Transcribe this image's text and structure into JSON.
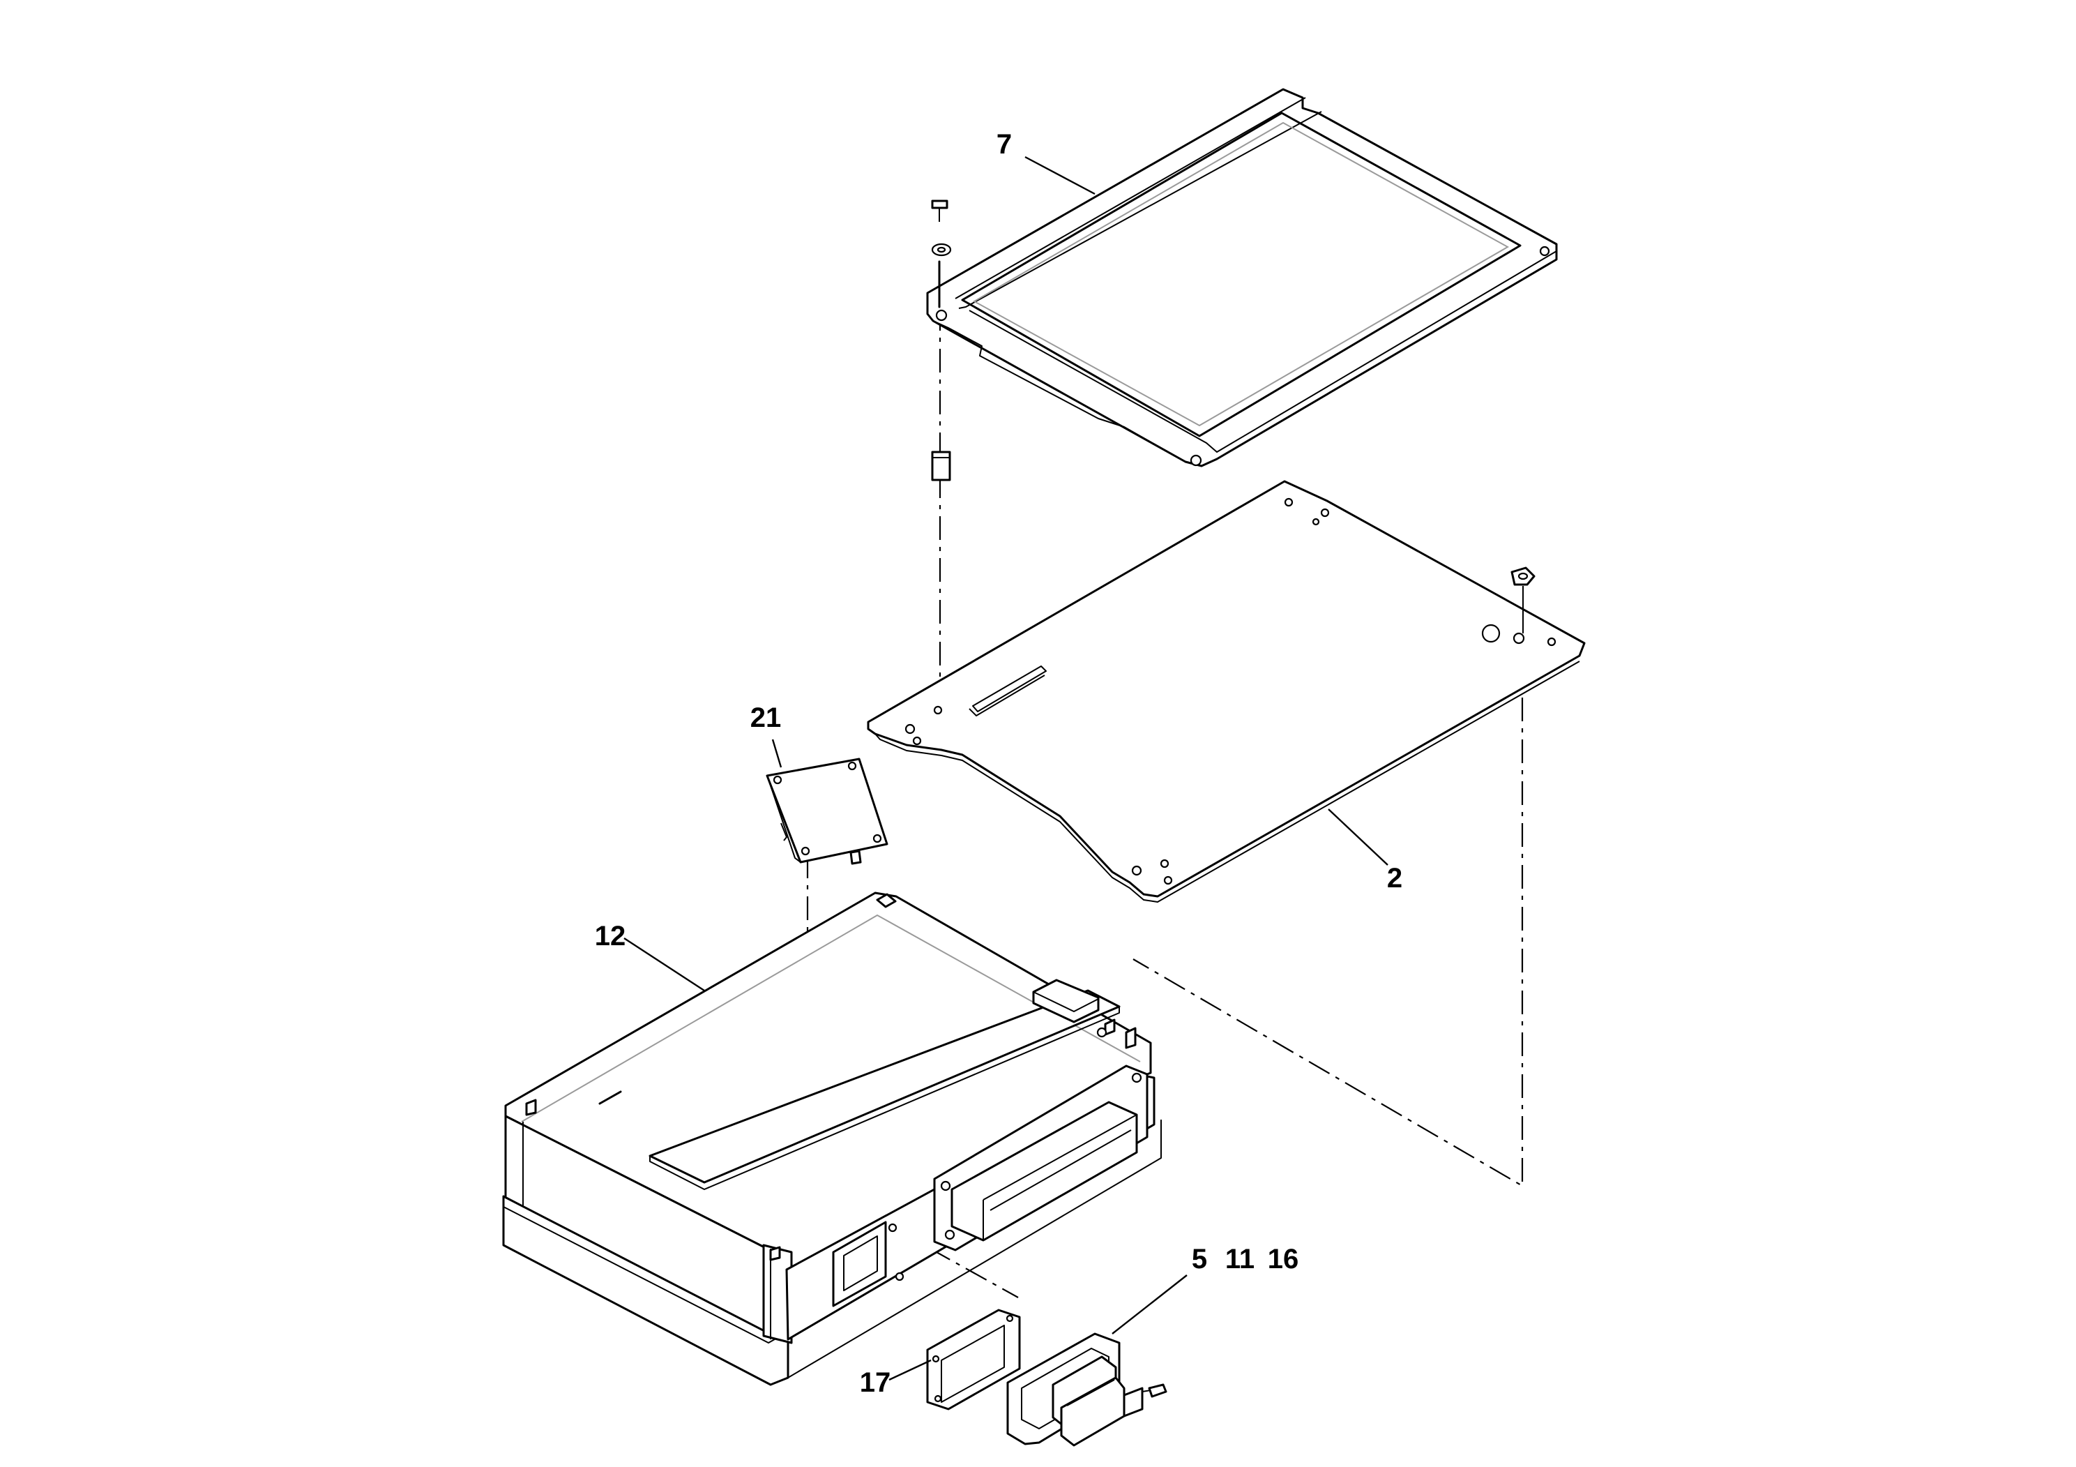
{
  "labels": {
    "part_7": "7",
    "part_21": "21",
    "part_2": "2",
    "part_12": "12",
    "part_5": "5",
    "part_11": "11",
    "part_16": "16",
    "part_17": "17"
  }
}
